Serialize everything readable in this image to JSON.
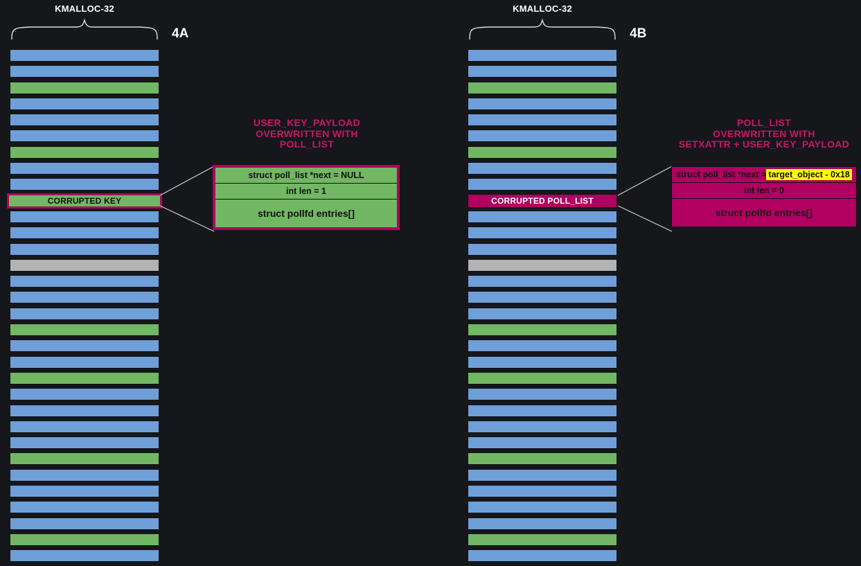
{
  "diagram": {
    "background_color": "#16171b",
    "colors": {
      "blue": "#6f9fd8",
      "green": "#72b763",
      "gray": "#b3b3b3",
      "magenta": "#b10060",
      "heading_pink": "#c8176a",
      "highlight_yellow": "#ffff00",
      "white": "#ffffff"
    }
  },
  "panels": [
    {
      "id": "4A",
      "step_label": "4A",
      "slab_title": "KMALLOC-32",
      "highlight_row_label": "CORRUPTED KEY",
      "highlight_row_index": 9,
      "highlight_row_style": "green-outlined",
      "callout_heading": "USER_KEY_PAYLOAD\nOVERWRITTEN WITH\nPOLL_LIST",
      "struct_box": {
        "fill": "#72b763",
        "border": "#b10060",
        "rows": [
          {
            "text": "struct poll_list *next = NULL",
            "highlight": null
          },
          {
            "text": "int len = 1",
            "highlight": null
          },
          {
            "text": "struct pollfd entries[]",
            "highlight": null
          }
        ]
      },
      "rows": [
        "blue",
        "blue",
        "green",
        "blue",
        "blue",
        "blue",
        "green",
        "blue",
        "blue",
        "highlight",
        "blue",
        "blue",
        "blue",
        "gray",
        "blue",
        "blue",
        "blue",
        "green",
        "blue",
        "blue",
        "green",
        "blue",
        "blue",
        "blue",
        "blue",
        "green",
        "blue",
        "blue",
        "blue",
        "blue",
        "green",
        "blue"
      ]
    },
    {
      "id": "4B",
      "step_label": "4B",
      "slab_title": "KMALLOC-32",
      "highlight_row_label": "CORRUPTED POLL_LIST",
      "highlight_row_index": 9,
      "highlight_row_style": "magenta-filled",
      "callout_heading": "POLL_LIST\nOVERWRITTEN WITH\nSETXATTR + USER_KEY_PAYLOAD",
      "struct_box": {
        "fill": "#b10060",
        "border": "#111317",
        "rows": [
          {
            "text": "struct poll_list *next = ",
            "highlight": "target_object - 0x18"
          },
          {
            "text": "int len = 0",
            "highlight": null
          },
          {
            "text": "struct pollfd entries[]",
            "highlight": null
          }
        ]
      },
      "rows": [
        "blue",
        "blue",
        "green",
        "blue",
        "blue",
        "blue",
        "green",
        "blue",
        "blue",
        "highlight",
        "blue",
        "blue",
        "blue",
        "gray",
        "blue",
        "blue",
        "blue",
        "green",
        "blue",
        "blue",
        "green",
        "blue",
        "blue",
        "blue",
        "blue",
        "green",
        "blue",
        "blue",
        "blue",
        "blue",
        "green",
        "blue"
      ]
    }
  ]
}
